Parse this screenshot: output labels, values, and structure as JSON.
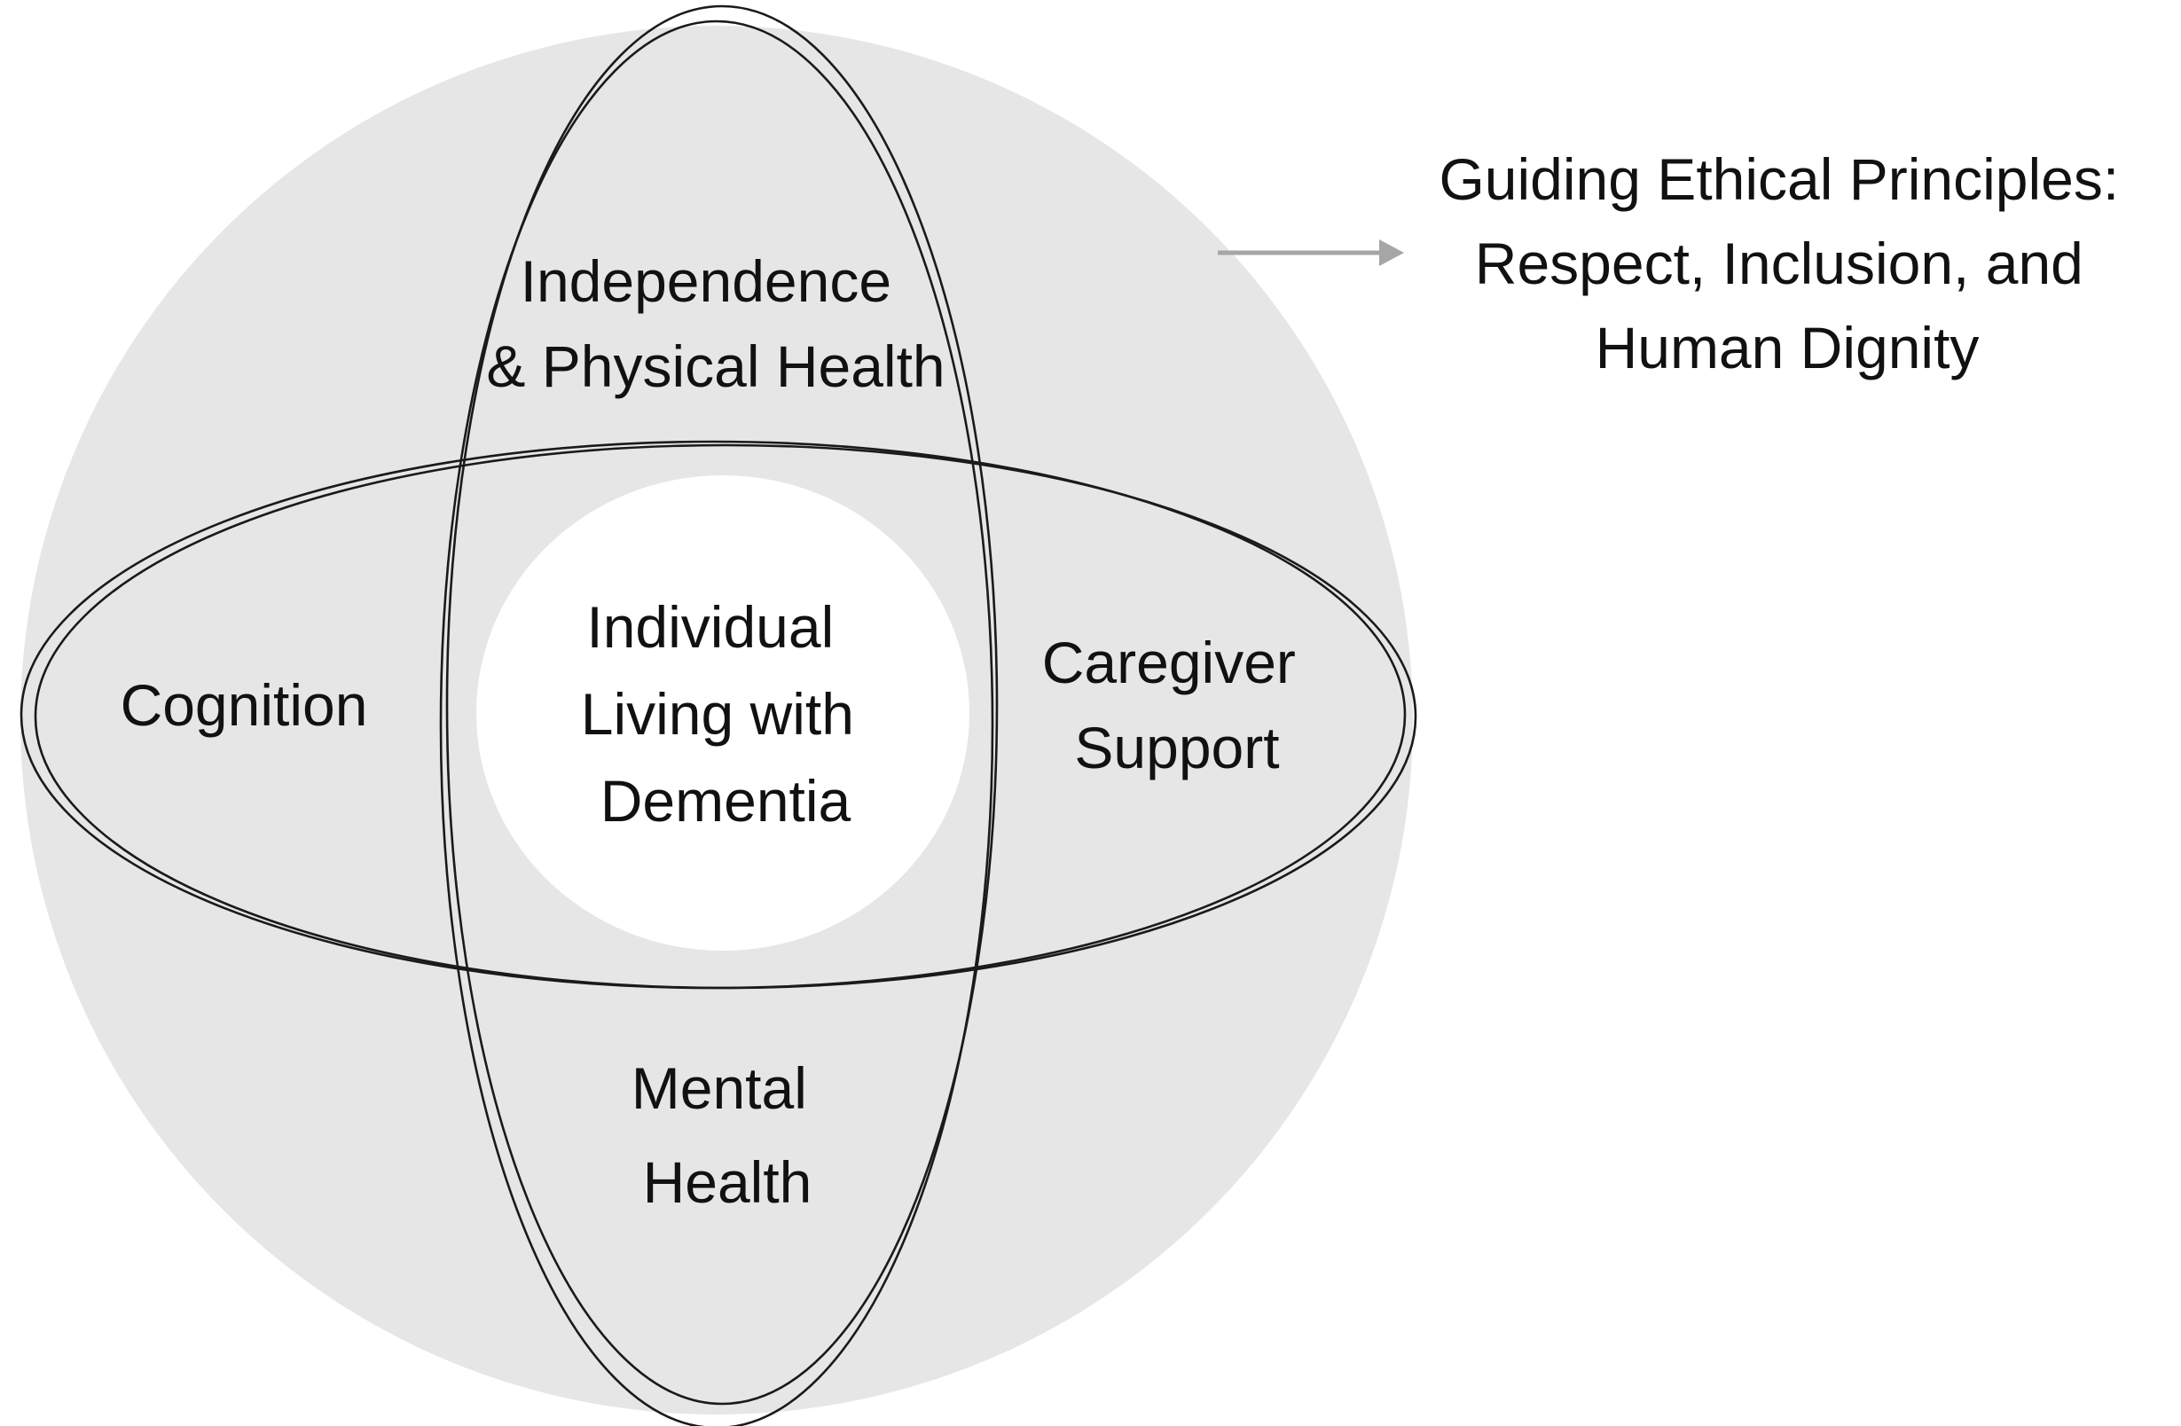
{
  "diagram": {
    "center": {
      "lines": [
        "Individual",
        "Living with",
        "Dementia"
      ]
    },
    "domains": {
      "top": {
        "lines": [
          "Independence",
          "& Physical Health"
        ]
      },
      "left": {
        "lines": [
          "Cognition"
        ]
      },
      "right": {
        "lines": [
          "Caregiver",
          "Support"
        ]
      },
      "bottom": {
        "lines": [
          "Mental",
          "Health"
        ]
      }
    },
    "principles": {
      "lines": [
        "Guiding Ethical Principles:",
        "Respect, Inclusion, and",
        "Human Dignity"
      ]
    },
    "colors": {
      "background_circle": "#e6e6e6",
      "center_fill": "#ffffff",
      "outline": "#1a1a1a",
      "arrow": "#a6a6a6"
    }
  }
}
